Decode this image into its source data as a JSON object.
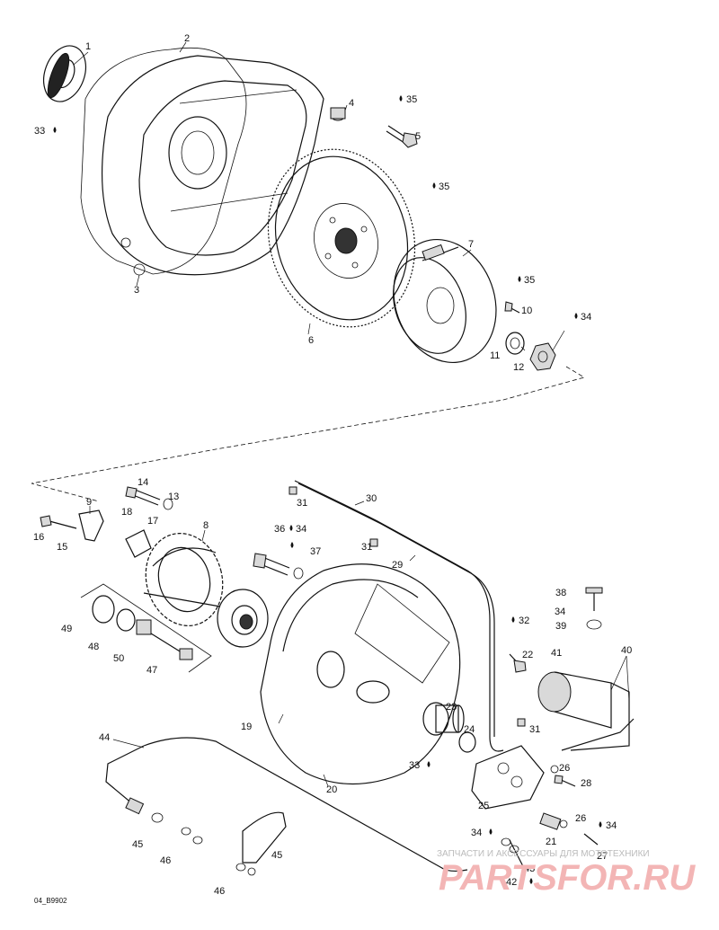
{
  "diagram": {
    "code": "04_B9902",
    "labels": [
      {
        "id": "1",
        "text": "1"
      },
      {
        "id": "2",
        "text": "2"
      },
      {
        "id": "3",
        "text": "3"
      },
      {
        "id": "4",
        "text": "4"
      },
      {
        "id": "5",
        "text": "5"
      },
      {
        "id": "6",
        "text": "6"
      },
      {
        "id": "7",
        "text": "7"
      },
      {
        "id": "8",
        "text": "8"
      },
      {
        "id": "9",
        "text": "9"
      },
      {
        "id": "10",
        "text": "10"
      },
      {
        "id": "11",
        "text": "11"
      },
      {
        "id": "12",
        "text": "12"
      },
      {
        "id": "13",
        "text": "13"
      },
      {
        "id": "14",
        "text": "14"
      },
      {
        "id": "15",
        "text": "15"
      },
      {
        "id": "16",
        "text": "16"
      },
      {
        "id": "17",
        "text": "17"
      },
      {
        "id": "18",
        "text": "18"
      },
      {
        "id": "19",
        "text": "19"
      },
      {
        "id": "20",
        "text": "20"
      },
      {
        "id": "21",
        "text": "21"
      },
      {
        "id": "22",
        "text": "22"
      },
      {
        "id": "23",
        "text": "23"
      },
      {
        "id": "24",
        "text": "24"
      },
      {
        "id": "25",
        "text": "25"
      },
      {
        "id": "26",
        "text": "26"
      },
      {
        "id": "27",
        "text": "27"
      },
      {
        "id": "28",
        "text": "28"
      },
      {
        "id": "29",
        "text": "29"
      },
      {
        "id": "30",
        "text": "30"
      },
      {
        "id": "31",
        "text": "31"
      },
      {
        "id": "32",
        "text": "32"
      },
      {
        "id": "33",
        "text": "33"
      },
      {
        "id": "34",
        "text": "34"
      },
      {
        "id": "35",
        "text": "35"
      },
      {
        "id": "36",
        "text": "36"
      },
      {
        "id": "37",
        "text": "37"
      },
      {
        "id": "38",
        "text": "38"
      },
      {
        "id": "39",
        "text": "39"
      },
      {
        "id": "40",
        "text": "40"
      },
      {
        "id": "41",
        "text": "41"
      },
      {
        "id": "42",
        "text": "42"
      },
      {
        "id": "43",
        "text": "43"
      },
      {
        "id": "44",
        "text": "44"
      },
      {
        "id": "45",
        "text": "45"
      },
      {
        "id": "46",
        "text": "46"
      },
      {
        "id": "47",
        "text": "47"
      },
      {
        "id": "48",
        "text": "48"
      },
      {
        "id": "49",
        "text": "49"
      },
      {
        "id": "50",
        "text": "50"
      }
    ]
  },
  "watermark": {
    "tagline": "ЗАПЧАСТИ И АКСЕССУАРЫ ДЛЯ МОТОТЕХНИКИ",
    "brand": "PARTSFOR.RU"
  }
}
